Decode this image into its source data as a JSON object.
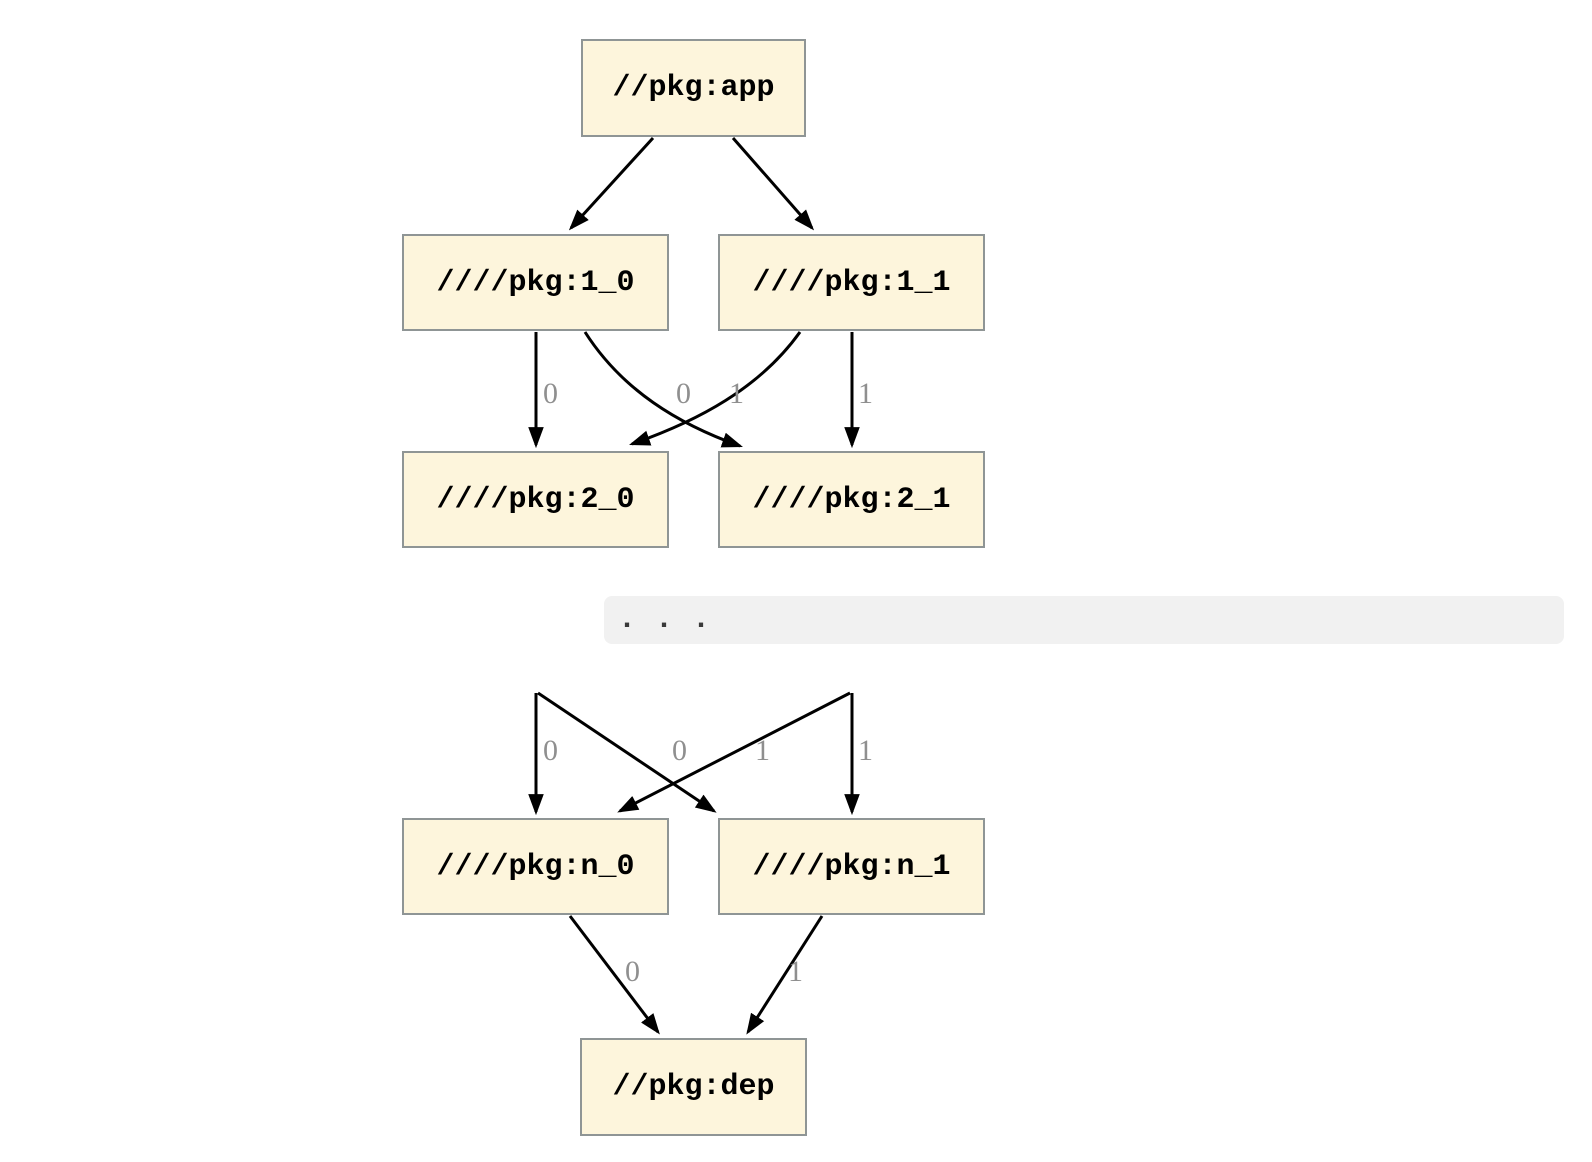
{
  "diagram": {
    "type": "dependency-graph",
    "ellipsis": ". . .",
    "nodes": [
      {
        "id": "app",
        "label": "//pkg:app"
      },
      {
        "id": "1_0",
        "label": "////pkg:1_0"
      },
      {
        "id": "1_1",
        "label": "////pkg:1_1"
      },
      {
        "id": "2_0",
        "label": "////pkg:2_0"
      },
      {
        "id": "2_1",
        "label": "////pkg:2_1"
      },
      {
        "id": "n_0",
        "label": "////pkg:n_0"
      },
      {
        "id": "n_1",
        "label": "////pkg:n_1"
      },
      {
        "id": "dep",
        "label": "//pkg:dep"
      }
    ],
    "edges": [
      {
        "from": "//pkg:app",
        "to": "////pkg:1_0",
        "label": ""
      },
      {
        "from": "//pkg:app",
        "to": "////pkg:1_1",
        "label": ""
      },
      {
        "from": "////pkg:1_0",
        "to": "////pkg:2_0",
        "label": "0"
      },
      {
        "from": "////pkg:1_0",
        "to": "////pkg:2_1",
        "label": "1"
      },
      {
        "from": "////pkg:1_1",
        "to": "////pkg:2_0",
        "label": "0"
      },
      {
        "from": "////pkg:1_1",
        "to": "////pkg:2_1",
        "label": "1"
      },
      {
        "from": "...",
        "to": "////pkg:n_0",
        "label": "0"
      },
      {
        "from": "...",
        "to": "////pkg:n_1",
        "label": "1"
      },
      {
        "from": "...",
        "to": "////pkg:n_0",
        "label": "0"
      },
      {
        "from": "...",
        "to": "////pkg:n_1",
        "label": "1"
      },
      {
        "from": "////pkg:n_0",
        "to": "//pkg:dep",
        "label": "0"
      },
      {
        "from": "////pkg:n_1",
        "to": "//pkg:dep",
        "label": "1"
      }
    ],
    "colors": {
      "page_bg": "#ffffff",
      "node_fill": "#fdf5dc",
      "node_border": "#8f9595",
      "node_text": "#000000",
      "edge": "#000000",
      "edge_label": "#8f8f8f",
      "bar_bg": "#f1f1f1",
      "bar_text": "#3a3a3a"
    }
  }
}
